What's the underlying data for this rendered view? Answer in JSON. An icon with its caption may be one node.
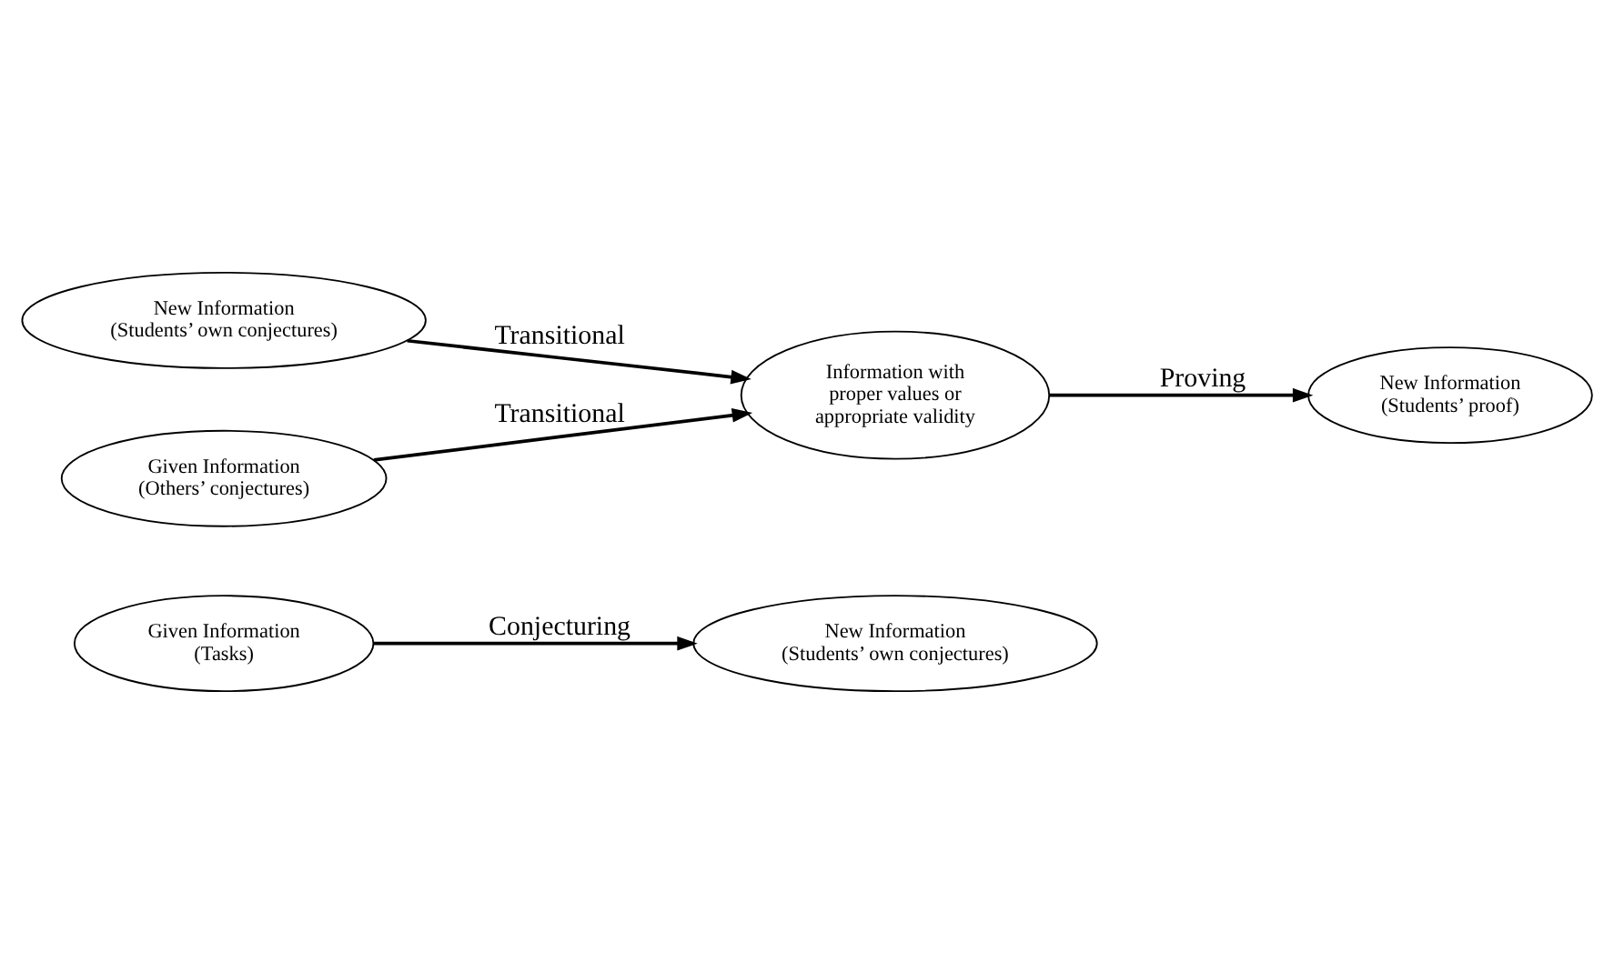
{
  "diagram": {
    "nodes": [
      {
        "text": [
          "Given Information",
          "(Tasks)"
        ]
      },
      {
        "text": [
          "New Information",
          "(Students’ own conjectures)"
        ]
      },
      {
        "text": [
          "New Information",
          "(Students’ own conjectures)"
        ]
      },
      {
        "text": [
          "Information with proper values or appropriate validity"
        ]
      },
      {
        "text": [
          "New Information",
          "(Students’ proof)"
        ]
      },
      {
        "text": [
          "Given Information",
          "(Others’ conjectures)"
        ]
      }
    ],
    "edges": [
      {
        "from": 0,
        "to": 1,
        "arrow": "to",
        "label": "Conjecturing"
      },
      {
        "from": 2,
        "to": 3,
        "arrow": "to",
        "label": "Transitional"
      },
      {
        "from": 5,
        "to": 3,
        "arrow": "to",
        "label": "Transitional"
      },
      {
        "from": 3,
        "to": 4,
        "arrow": "to",
        "label": "Proving"
      }
    ]
  }
}
